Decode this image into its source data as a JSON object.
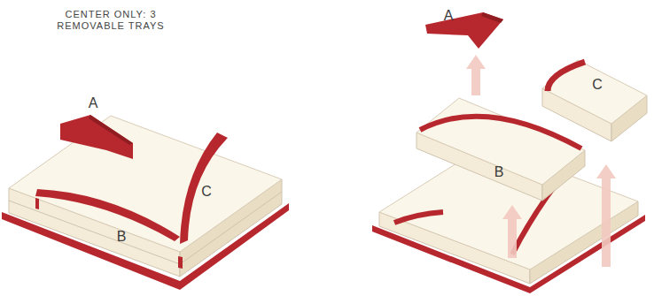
{
  "diagram": {
    "title": "CENTER ONLY: 3 REMOVABLE TRAYS",
    "labels": [
      "A",
      "B",
      "C",
      "A",
      "B",
      "C"
    ]
  }
}
